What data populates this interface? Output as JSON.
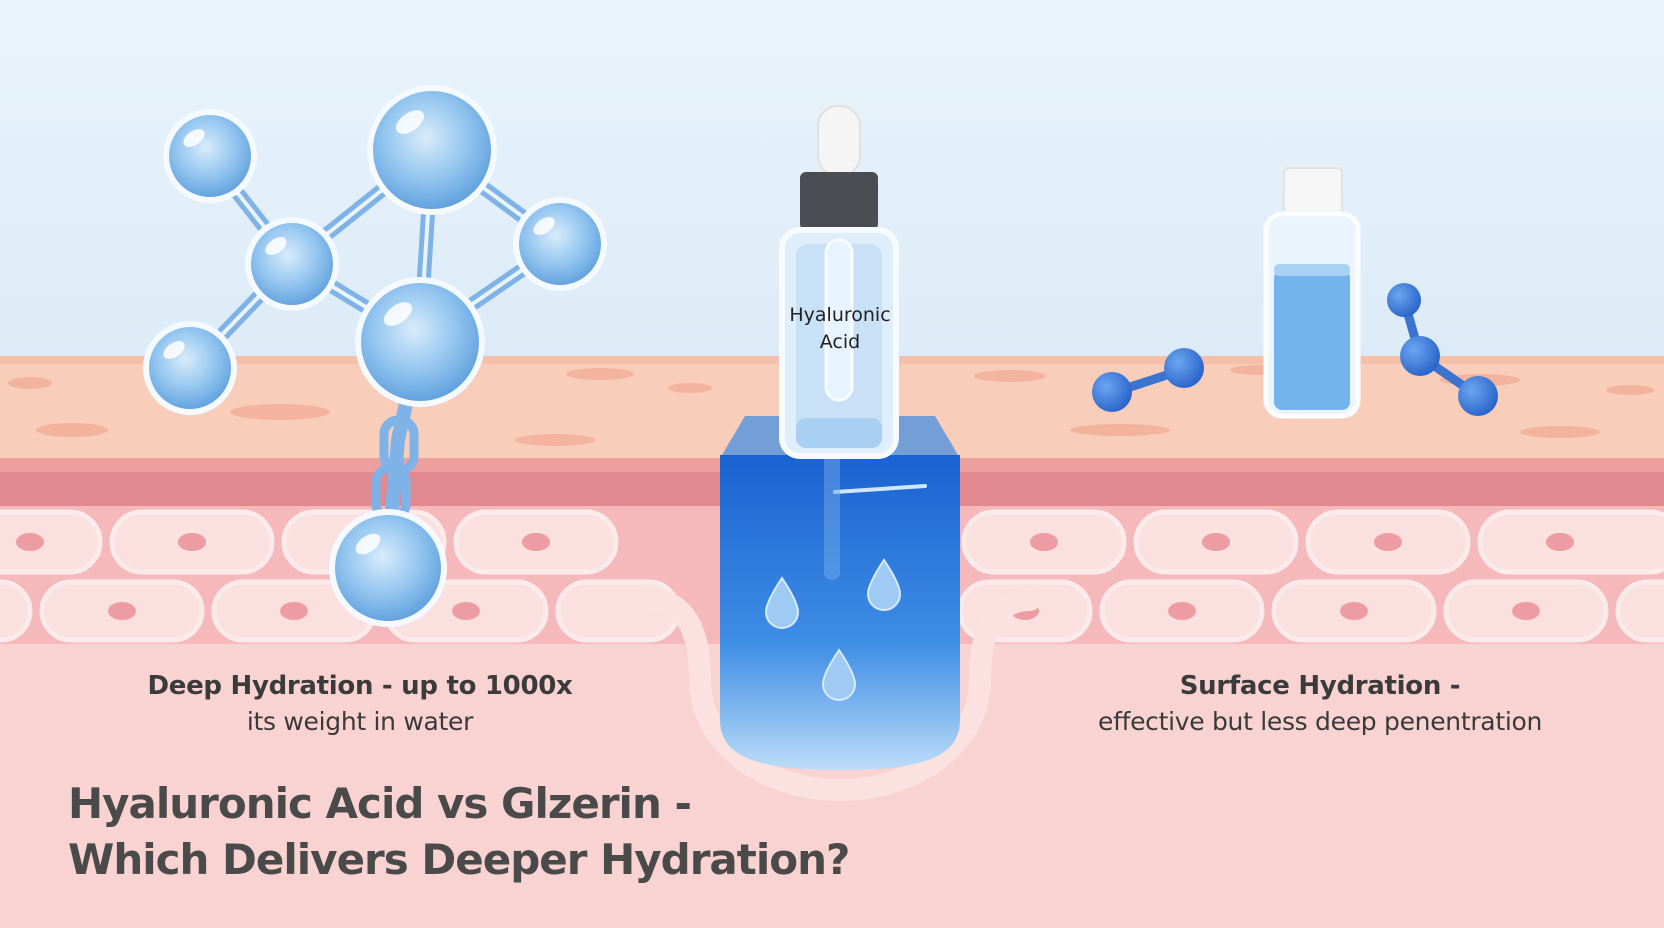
{
  "headline": {
    "line1": "Hyaluronic Acid vs Glzerin -",
    "line2": "Which Delivers Deeper Hydration?"
  },
  "left_caption": {
    "title": "Deep Hydration - up to 1000x",
    "subtitle": "its weight in water"
  },
  "right_caption": {
    "title": "Surface Hydration -",
    "subtitle": "effective but less deep penentration"
  },
  "serum_bottle": {
    "label_line1": "Hyaluronic",
    "label_line2": "Acid"
  },
  "colors": {
    "sky": "#e6f2fb",
    "skin_top": "#f8cdb9",
    "dermis_band": "#e1898f",
    "cells_bg": "#f5b9bb",
    "deep_skin": "#f9d3d1",
    "serum_blue": "#1e6fd6",
    "molecule_blue": "#2f6fd2"
  }
}
